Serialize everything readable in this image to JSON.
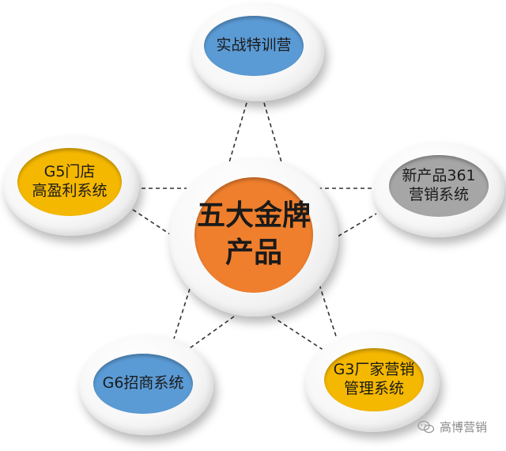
{
  "diagram": {
    "center": {
      "lines": [
        "五大金牌",
        "产品"
      ],
      "color": "#ef7f2d"
    },
    "nodes": [
      {
        "id": "top",
        "lines": [
          "实战特训营"
        ],
        "color": "#5b9bd5"
      },
      {
        "id": "left",
        "lines": [
          "G5门店",
          "高盈利系统"
        ],
        "color": "#f5b800"
      },
      {
        "id": "right",
        "lines": [
          "新产品361",
          "营销系统"
        ],
        "color": "#a6a6a6"
      },
      {
        "id": "bottom-left",
        "lines": [
          "G6招商系统"
        ],
        "color": "#5b9bd5"
      },
      {
        "id": "bottom-right",
        "lines": [
          "G3厂家营销",
          "管理系统"
        ],
        "color": "#f5b800"
      }
    ],
    "connector_style": "dashed"
  },
  "watermark": {
    "icon": "wechat-icon",
    "text": "高博营销"
  }
}
